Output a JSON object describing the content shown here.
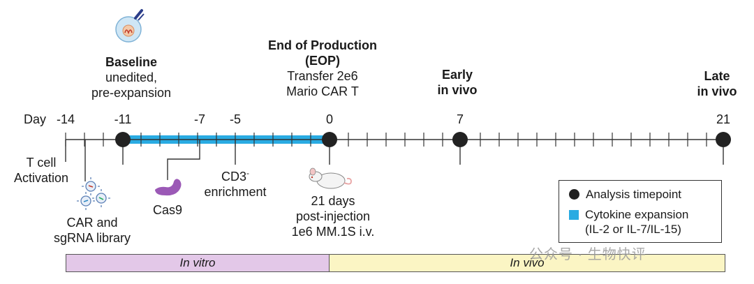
{
  "timeline": {
    "day_label": "Day",
    "ticks": [
      "-14",
      "-11",
      "-7",
      "-5",
      "0",
      "7",
      "21"
    ]
  },
  "milestones": {
    "baseline": {
      "title": "Baseline",
      "line1": "unedited,",
      "line2": "pre-expansion"
    },
    "eop": {
      "title1": "End of Production",
      "title2": "(EOP)",
      "line1": "Transfer 2e6",
      "line2": "Mario CAR T"
    },
    "early": {
      "line1": "Early",
      "line2": "in vivo"
    },
    "late": {
      "line1": "Late",
      "line2": "in vivo"
    }
  },
  "events": {
    "t_cell": {
      "line1": "T cell",
      "line2": "Activation"
    },
    "car": {
      "line1": "CAR and",
      "line2": "sgRNA library"
    },
    "cas9": "Cas9",
    "cd3": {
      "line1": "CD3",
      "superscript": "-",
      "line2": "enrichment"
    },
    "post_injection": {
      "line1": "21 days",
      "line2": "post-injection",
      "line3": "1e6 MM.1S i.v."
    }
  },
  "legend": {
    "timepoint": "Analysis timepoint",
    "expansion_line1": "Cytokine expansion",
    "expansion_line2": "(IL-2 or IL-7/IL-15)"
  },
  "phases": {
    "in_vitro": "In vitro",
    "in_vivo": "In vivo"
  },
  "watermark": "公众号 · 生物快评",
  "colors": {
    "axis": "#333333",
    "timepoint": "#222222",
    "expansion": "#29abe2",
    "in_vitro_fill": "#e3c8e8",
    "in_vivo_fill": "#fbf5c4",
    "cas9": "#9b59b6"
  }
}
